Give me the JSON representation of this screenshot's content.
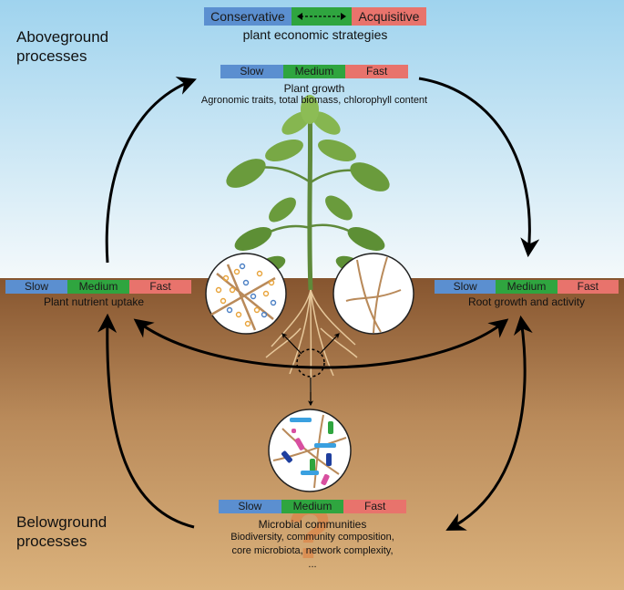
{
  "regions": {
    "above_line1": "Aboveground",
    "above_line2": "processes",
    "below_line1": "Belowground",
    "below_line2": "processes"
  },
  "strategy": {
    "left": "Conservative",
    "right": "Acquisitive",
    "caption": "plant economic strategies"
  },
  "speed_labels": {
    "slow": "Slow",
    "medium": "Medium",
    "fast": "Fast"
  },
  "plant_growth": {
    "title": "Plant growth",
    "detail": "Agronomic traits, total biomass, chlorophyll content"
  },
  "nutrient_uptake": {
    "title": "Plant nutrient uptake"
  },
  "root_growth": {
    "title": "Root growth and activity"
  },
  "microbial": {
    "title": "Microbial communities",
    "line1": "Biodiversity, community composition,",
    "line2": "core microbiota, network complexity,",
    "line3": "..."
  },
  "colors": {
    "sky_top": "#9fd3ee",
    "sky_bottom": "#f2f8fb",
    "soil_top": "#8a5a37",
    "soil_bottom": "#d9b07a",
    "slow": "#5b8fd0",
    "medium": "#2fa53f",
    "fast": "#e8736c"
  },
  "icons": [
    "plant-illustration",
    "root-zoom-circle",
    "nutrient-zoom-circle",
    "microbe-zoom-circle",
    "question-mark-icon"
  ]
}
